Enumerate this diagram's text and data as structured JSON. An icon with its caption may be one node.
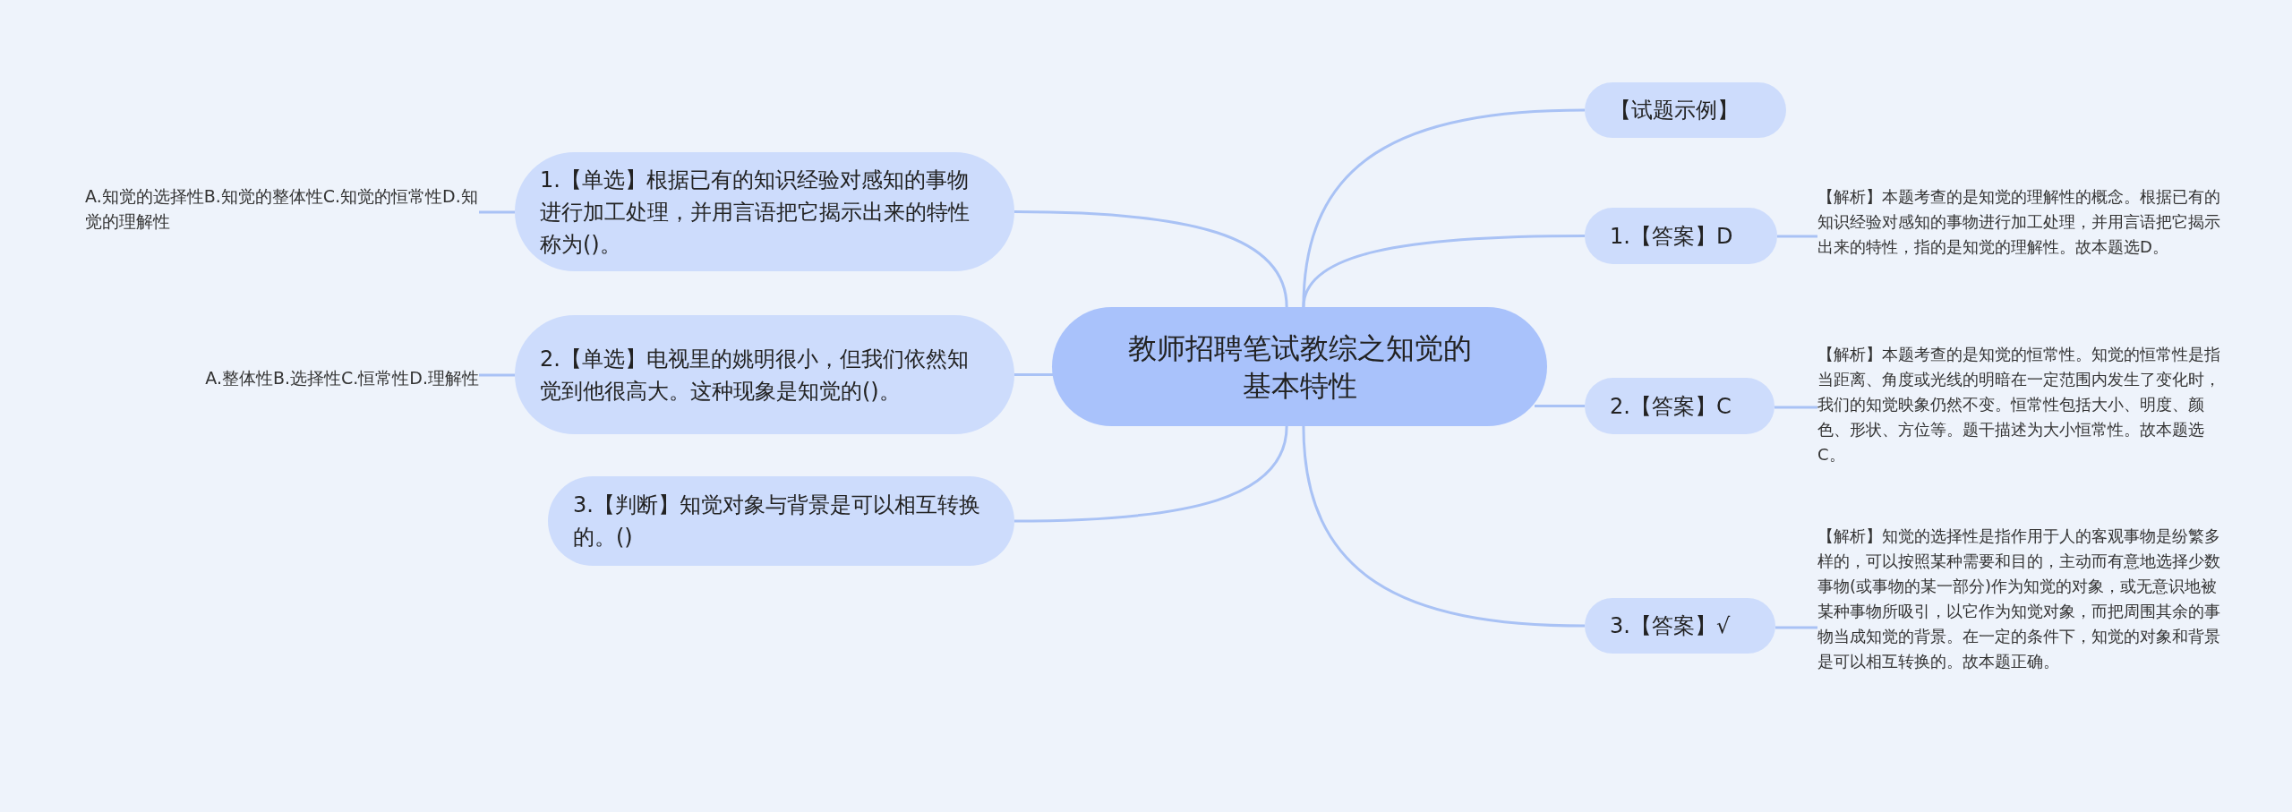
{
  "diagram": {
    "nodes": [
      {
        "text": [
          "教师招聘笔试教综之知觉的基本特性"
        ]
      },
      {
        "text": [
          "【试题示例】"
        ]
      },
      {
        "text": [
          "1.【单选】根据已有的知识经验对感知的事物进行加工处理，并用言语把它揭示出来的特性称为()。"
        ]
      },
      {
        "text": [
          "A.知觉的选择性B.知觉的整体性C.知觉的恒常性D.知觉的理解性"
        ]
      },
      {
        "text": [
          "1.【答案】D"
        ]
      },
      {
        "text": [
          "【解析】本题考查的是知觉的理解性的概念。根据已有的知识经验对感知的事物进行加工处理，并用言语把它揭示出来的特性，指的是知觉的理解性。故本题选D。"
        ]
      },
      {
        "text": [
          "2.【单选】电视里的姚明很小，但我们依然知觉到他很高大。这种现象是知觉的()。"
        ]
      },
      {
        "text": [
          "A.整体性B.选择性C.恒常性D.理解性"
        ]
      },
      {
        "text": [
          "2.【答案】C"
        ]
      },
      {
        "text": [
          "【解析】本题考查的是知觉的恒常性。知觉的恒常性是指当距离、角度或光线的明暗在一定范围内发生了变化时，我们的知觉映象仍然不变。恒常性包括大小、明度、颜色、形状、方位等。题干描述为大小恒常性。故本题选C。"
        ]
      },
      {
        "text": [
          "3.【判断】知觉对象与背景是可以相互转换的。()"
        ]
      },
      {
        "text": [
          "3.【答案】√"
        ]
      },
      {
        "text": [
          "【解析】知觉的选择性是指作用于人的客观事物是纷繁多样的，可以按照某种需要和目的，主动而有意地选择少数事物(或事物的某一部分)作为知觉的对象，或无意识地被某种事物所吸引，以它作为知觉对象，而把周围其余的事物当成知觉的背景。在一定的条件下，知觉的对象和背景是可以相互转换的。故本题正确。"
        ]
      }
    ],
    "edges": [
      {
        "from": 0,
        "to": 1,
        "arrow": "none"
      },
      {
        "from": 0,
        "to": 2,
        "arrow": "none"
      },
      {
        "from": 2,
        "to": 3,
        "arrow": "none"
      },
      {
        "from": 0,
        "to": 4,
        "arrow": "none"
      },
      {
        "from": 4,
        "to": 5,
        "arrow": "none"
      },
      {
        "from": 0,
        "to": 6,
        "arrow": "none"
      },
      {
        "from": 6,
        "to": 7,
        "arrow": "none"
      },
      {
        "from": 0,
        "to": 8,
        "arrow": "none"
      },
      {
        "from": 8,
        "to": 9,
        "arrow": "none"
      },
      {
        "from": 0,
        "to": 10,
        "arrow": "none"
      },
      {
        "from": 0,
        "to": 11,
        "arrow": "none"
      },
      {
        "from": 11,
        "to": 12,
        "arrow": "none"
      }
    ]
  }
}
